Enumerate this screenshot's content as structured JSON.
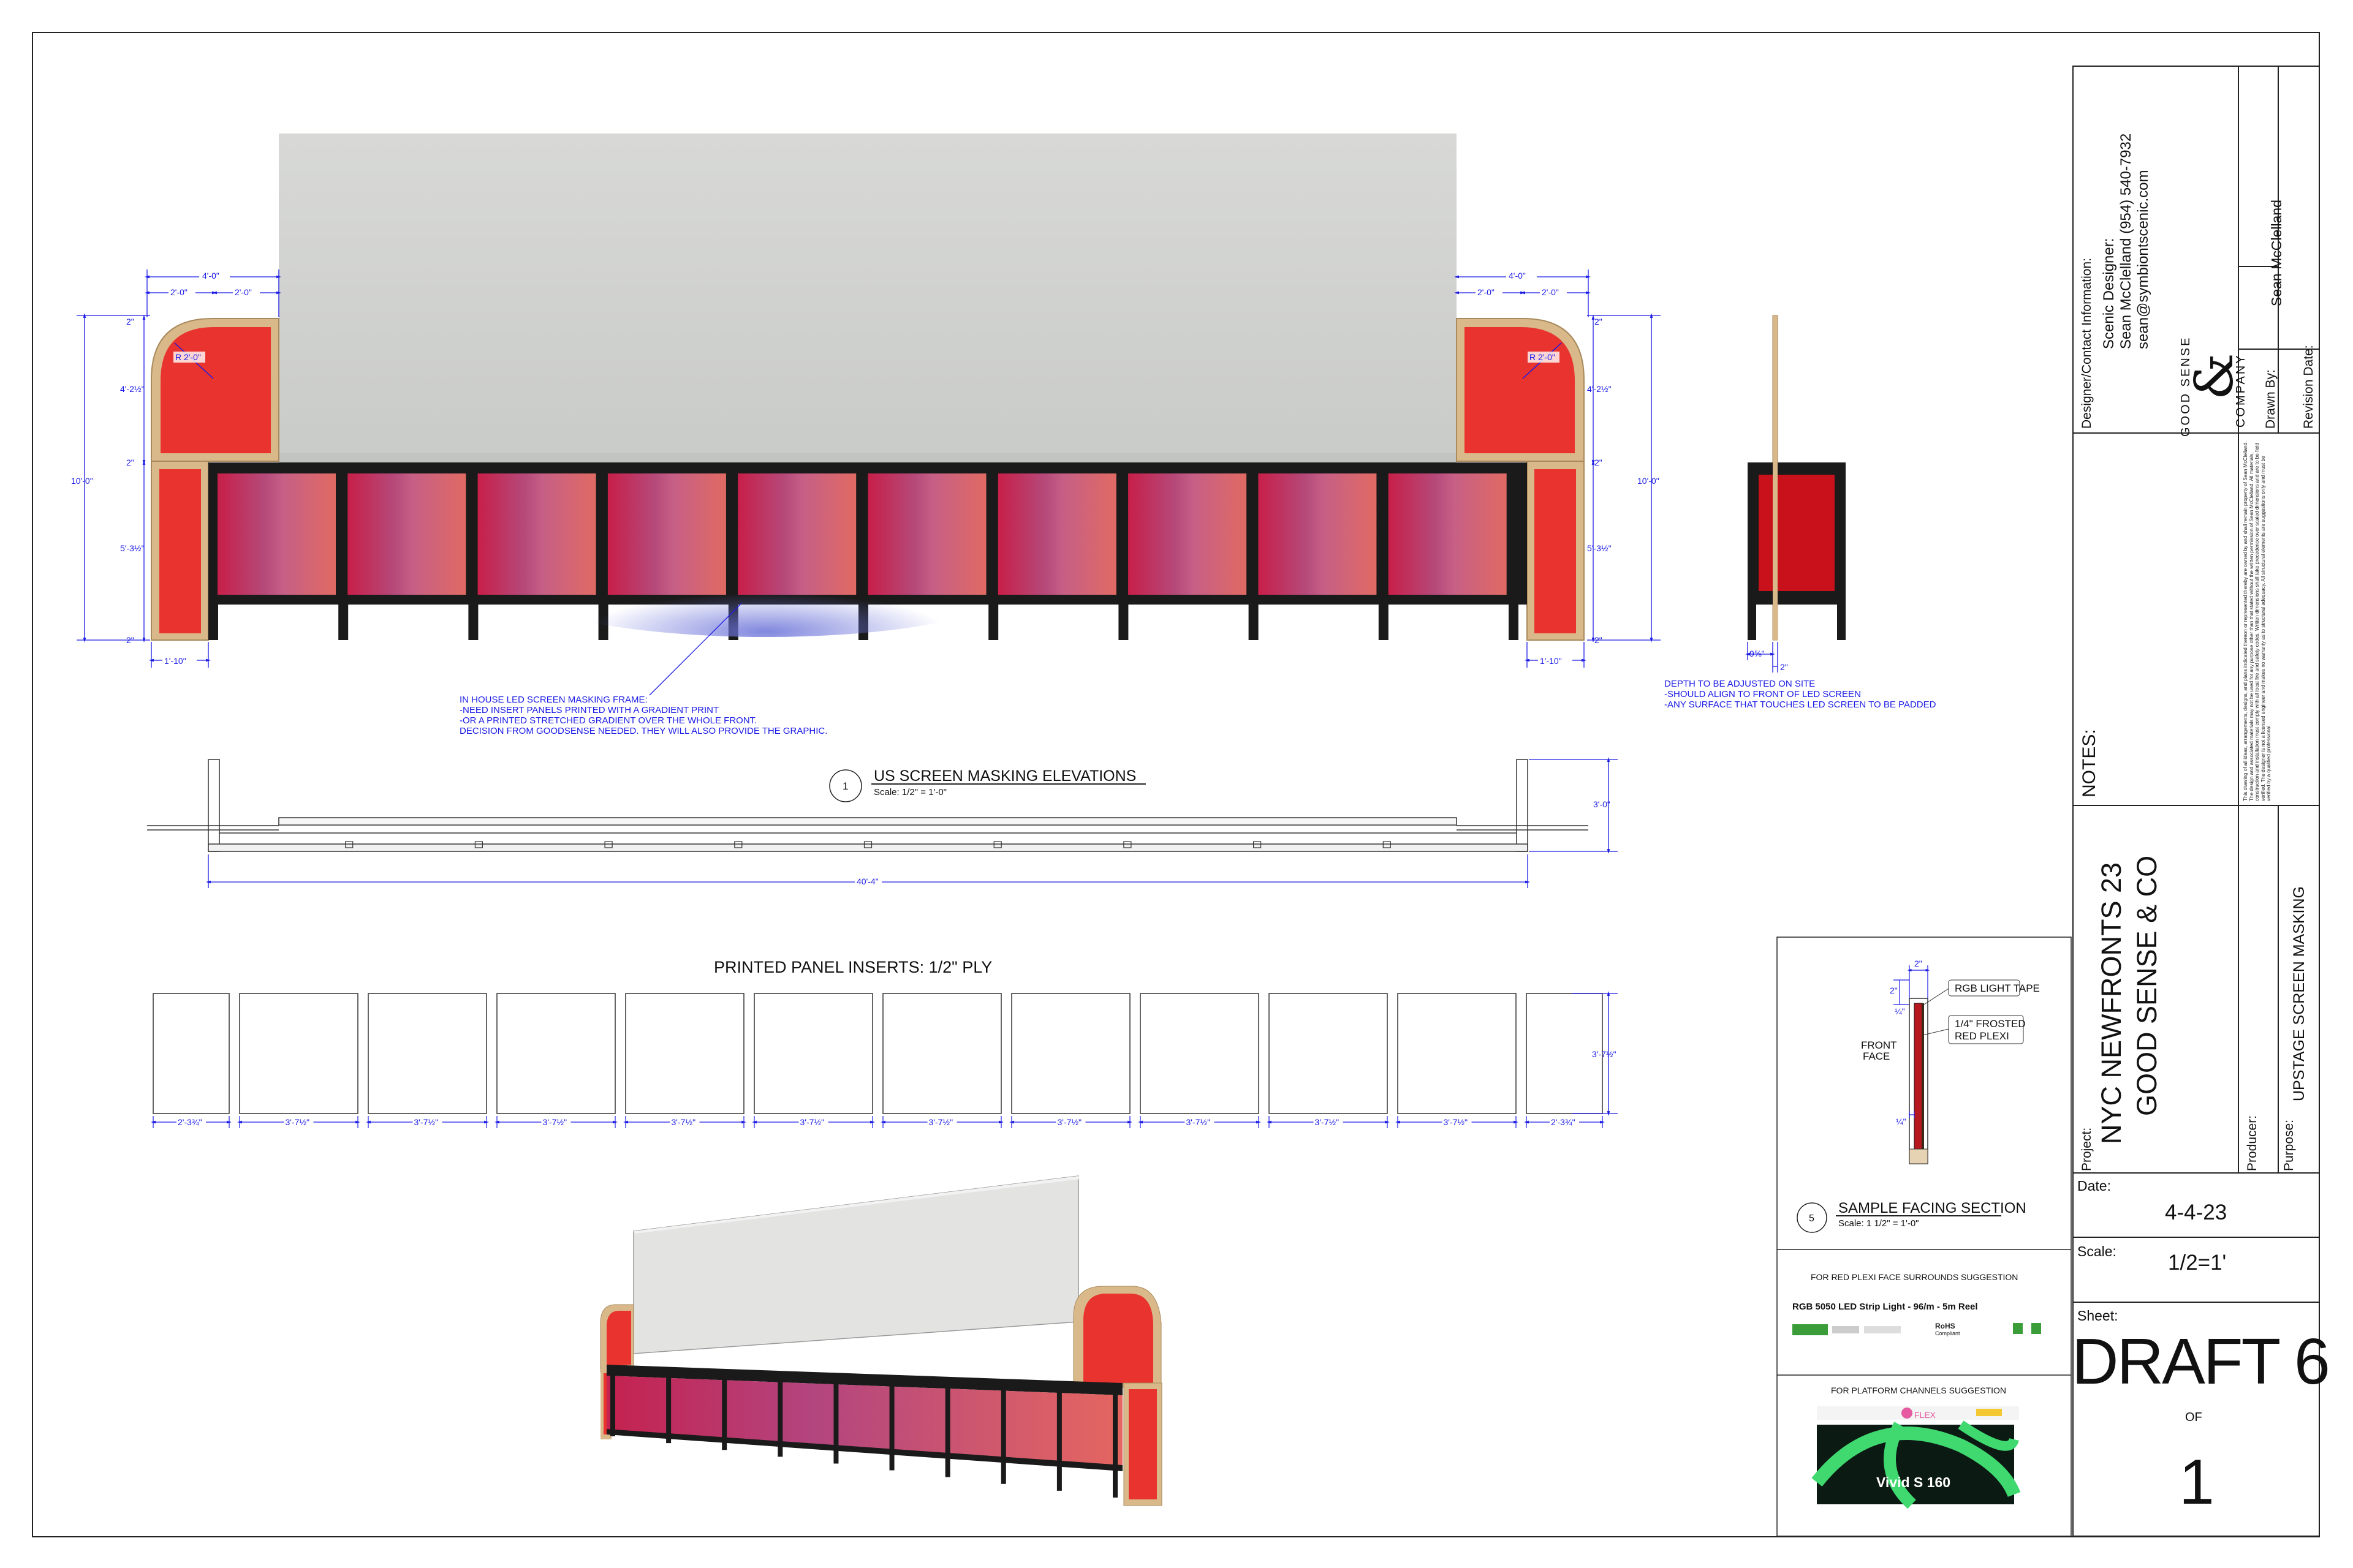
{
  "elevation": {
    "title": "US SCREEN MASKING ELEVATIONS",
    "number": "1",
    "scale": "Scale: 1/2\" = 1'-0\"",
    "dims": {
      "w4": "4'-0\"",
      "w2a": "2'-0\"",
      "w2b": "2'-0\"",
      "r2": "R 2'-0\"",
      "h2top": "2\"",
      "h4": "4'-2½\"",
      "h2mid": "2\"",
      "h5": "5'-3½\"",
      "h2bot": "2\"",
      "h10": "10'-0\"",
      "w110": "1'-10\"",
      "plan_h": "3'-0\"",
      "plan_w": "40'-4\""
    },
    "note_lines": [
      "IN HOUSE LED SCREEN MASKING FRAME:",
      "-NEED INSERT PANELS PRINTED WITH A  GRADIENT PRINT",
      "-OR A PRINTED STRETCHED GRADIENT OVER THE WHOLE FRONT.",
      "DECISION FROM GOODSENSE NEEDED.  THEY WILL ALSO PROVIDE THE GRAPHIC."
    ]
  },
  "side_view": {
    "dim_a": "9⅝\"",
    "dim_b": "2\"",
    "note_lines": [
      "DEPTH TO BE ADJUSTED ON SITE",
      "-SHOULD ALIGN TO FRONT OF LED SCREEN",
      "-ANY SURFACE THAT TOUCHES LED SCREEN TO BE PADDED"
    ]
  },
  "inserts": {
    "title": "PRINTED PANEL INSERTS: 1/2\" PLY",
    "height": "3'-7½\"",
    "widths": [
      "2'-3¾\"",
      "3'-7½\"",
      "3'-7½\"",
      "3'-7½\"",
      "3'-7½\"",
      "3'-7½\"",
      "3'-7½\"",
      "3'-7½\"",
      "3'-7½\"",
      "3'-7½\"",
      "3'-7½\"",
      "2'-3¾\""
    ]
  },
  "section": {
    "number": "5",
    "title": "SAMPLE FACING SECTION",
    "scale": "Scale: 1 1/2\" = 1'-0\"",
    "tape_label": "RGB LIGHT TAPE",
    "plexi_line1": "1/4\" FROSTED",
    "plexi_line2": "RED PLEXI",
    "front_face_1": "FRONT",
    "front_face_2": "FACE",
    "dims": {
      "d2a": "2\"",
      "d2b": "2\"",
      "d14a": "¼\"",
      "d14b": "¼\""
    }
  },
  "suggestions": {
    "plexi_heading": "FOR RED PLEXI FACE SURROUNDS SUGGESTION",
    "product": "RGB 5050 LED Strip Light - 96/m - 5m Reel",
    "rohs_1": "RoHS",
    "rohs_2": "Compliant",
    "platform_heading": "FOR PLATFORM CHANNELS SUGGESTION",
    "neon_brand": "FLEX",
    "neon_product": "Vivid S 160"
  },
  "title_block": {
    "contact_heading": "Designer/Contact Information:",
    "designer_role": "Scenic Designer:",
    "designer_phone": "Sean McClelland (954) 540-7932",
    "designer_email": "sean@symbiontscenic.com",
    "logo_text_1": "GOOD SENSE",
    "logo_text_2": "COMPANY",
    "drawn_by_label": "Drawn By:",
    "drawn_by_value": "Sean McClelland",
    "revision_label": "Revision Date:",
    "notes_label": "NOTES:",
    "disclaimer": "This drawing of all ideas, arrangements, designs, and plans indicated thereon or represented thereby are owned by and shall remain property of Sean McClelland. The design and associated materials may not be used for any purpose other than that stated without the written permission of Sean McClelland. All materials, construction and installation must comply with all local fire and safety codes. Written dimensions shall take precedence over scaled dimensions and are to be field verified. The designer is not a licensed engineer and makes no warranty as to structural adequacy. All structural elements are suggestions only and must be verified by a qualified professional.",
    "project_label": "Project:",
    "project_line1": "NYC NEWFRONTS 23",
    "project_line2": "GOOD SENSE & CO",
    "producer_label": "Producer:",
    "purpose_label": "Purpose:",
    "purpose_value": "UPSTAGE SCREEN MASKING",
    "date_label": "Date:",
    "date_value": "4-4-23",
    "scale_label": "Scale:",
    "scale_value": "1/2=1'",
    "sheet_label": "Sheet:",
    "sheet_value": "DRAFT 6",
    "of_label": "OF",
    "of_value": "1"
  },
  "colors": {
    "mask_red": "#e8332f",
    "plywood": "#d9b98a",
    "frame_black": "#1a1a1a",
    "dim_blue": "#1a1ae6",
    "screen_gray": "#d4d6d2"
  }
}
